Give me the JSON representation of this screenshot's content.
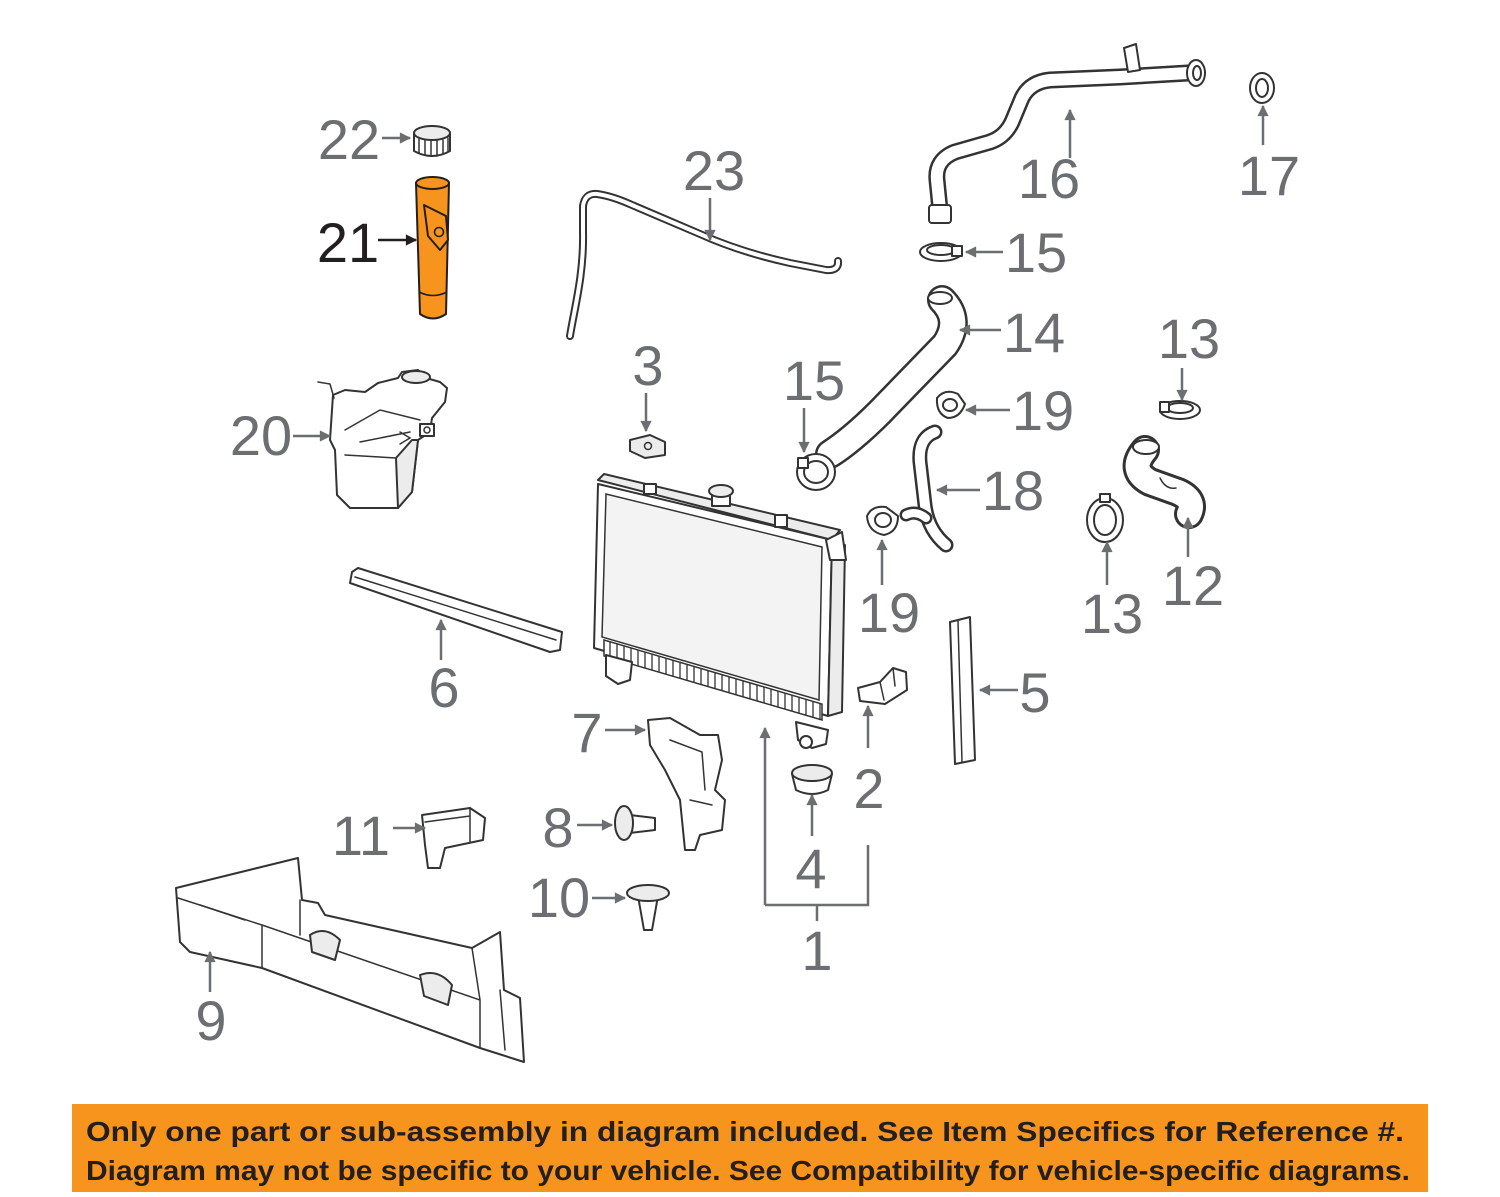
{
  "colors": {
    "highlight": "#f7941d",
    "banner": "#f7941d",
    "label": "#6d6e71",
    "highlight_label": "#231f20",
    "line_art": "#333333"
  },
  "highlighted_part": "21",
  "callouts": [
    "22",
    "21",
    "23",
    "16",
    "17",
    "15",
    "14",
    "13",
    "3",
    "15",
    "19",
    "20",
    "18",
    "13",
    "12",
    "19",
    "6",
    "5",
    "7",
    "2",
    "8",
    "4",
    "11",
    "10",
    "1",
    "9"
  ],
  "banner": {
    "line1": "Only one part or sub-assembly in diagram included. See Item Specifics for Reference #.",
    "line2": "Diagram may not be specific to your vehicle. See Compatibility for vehicle-specific diagrams."
  }
}
